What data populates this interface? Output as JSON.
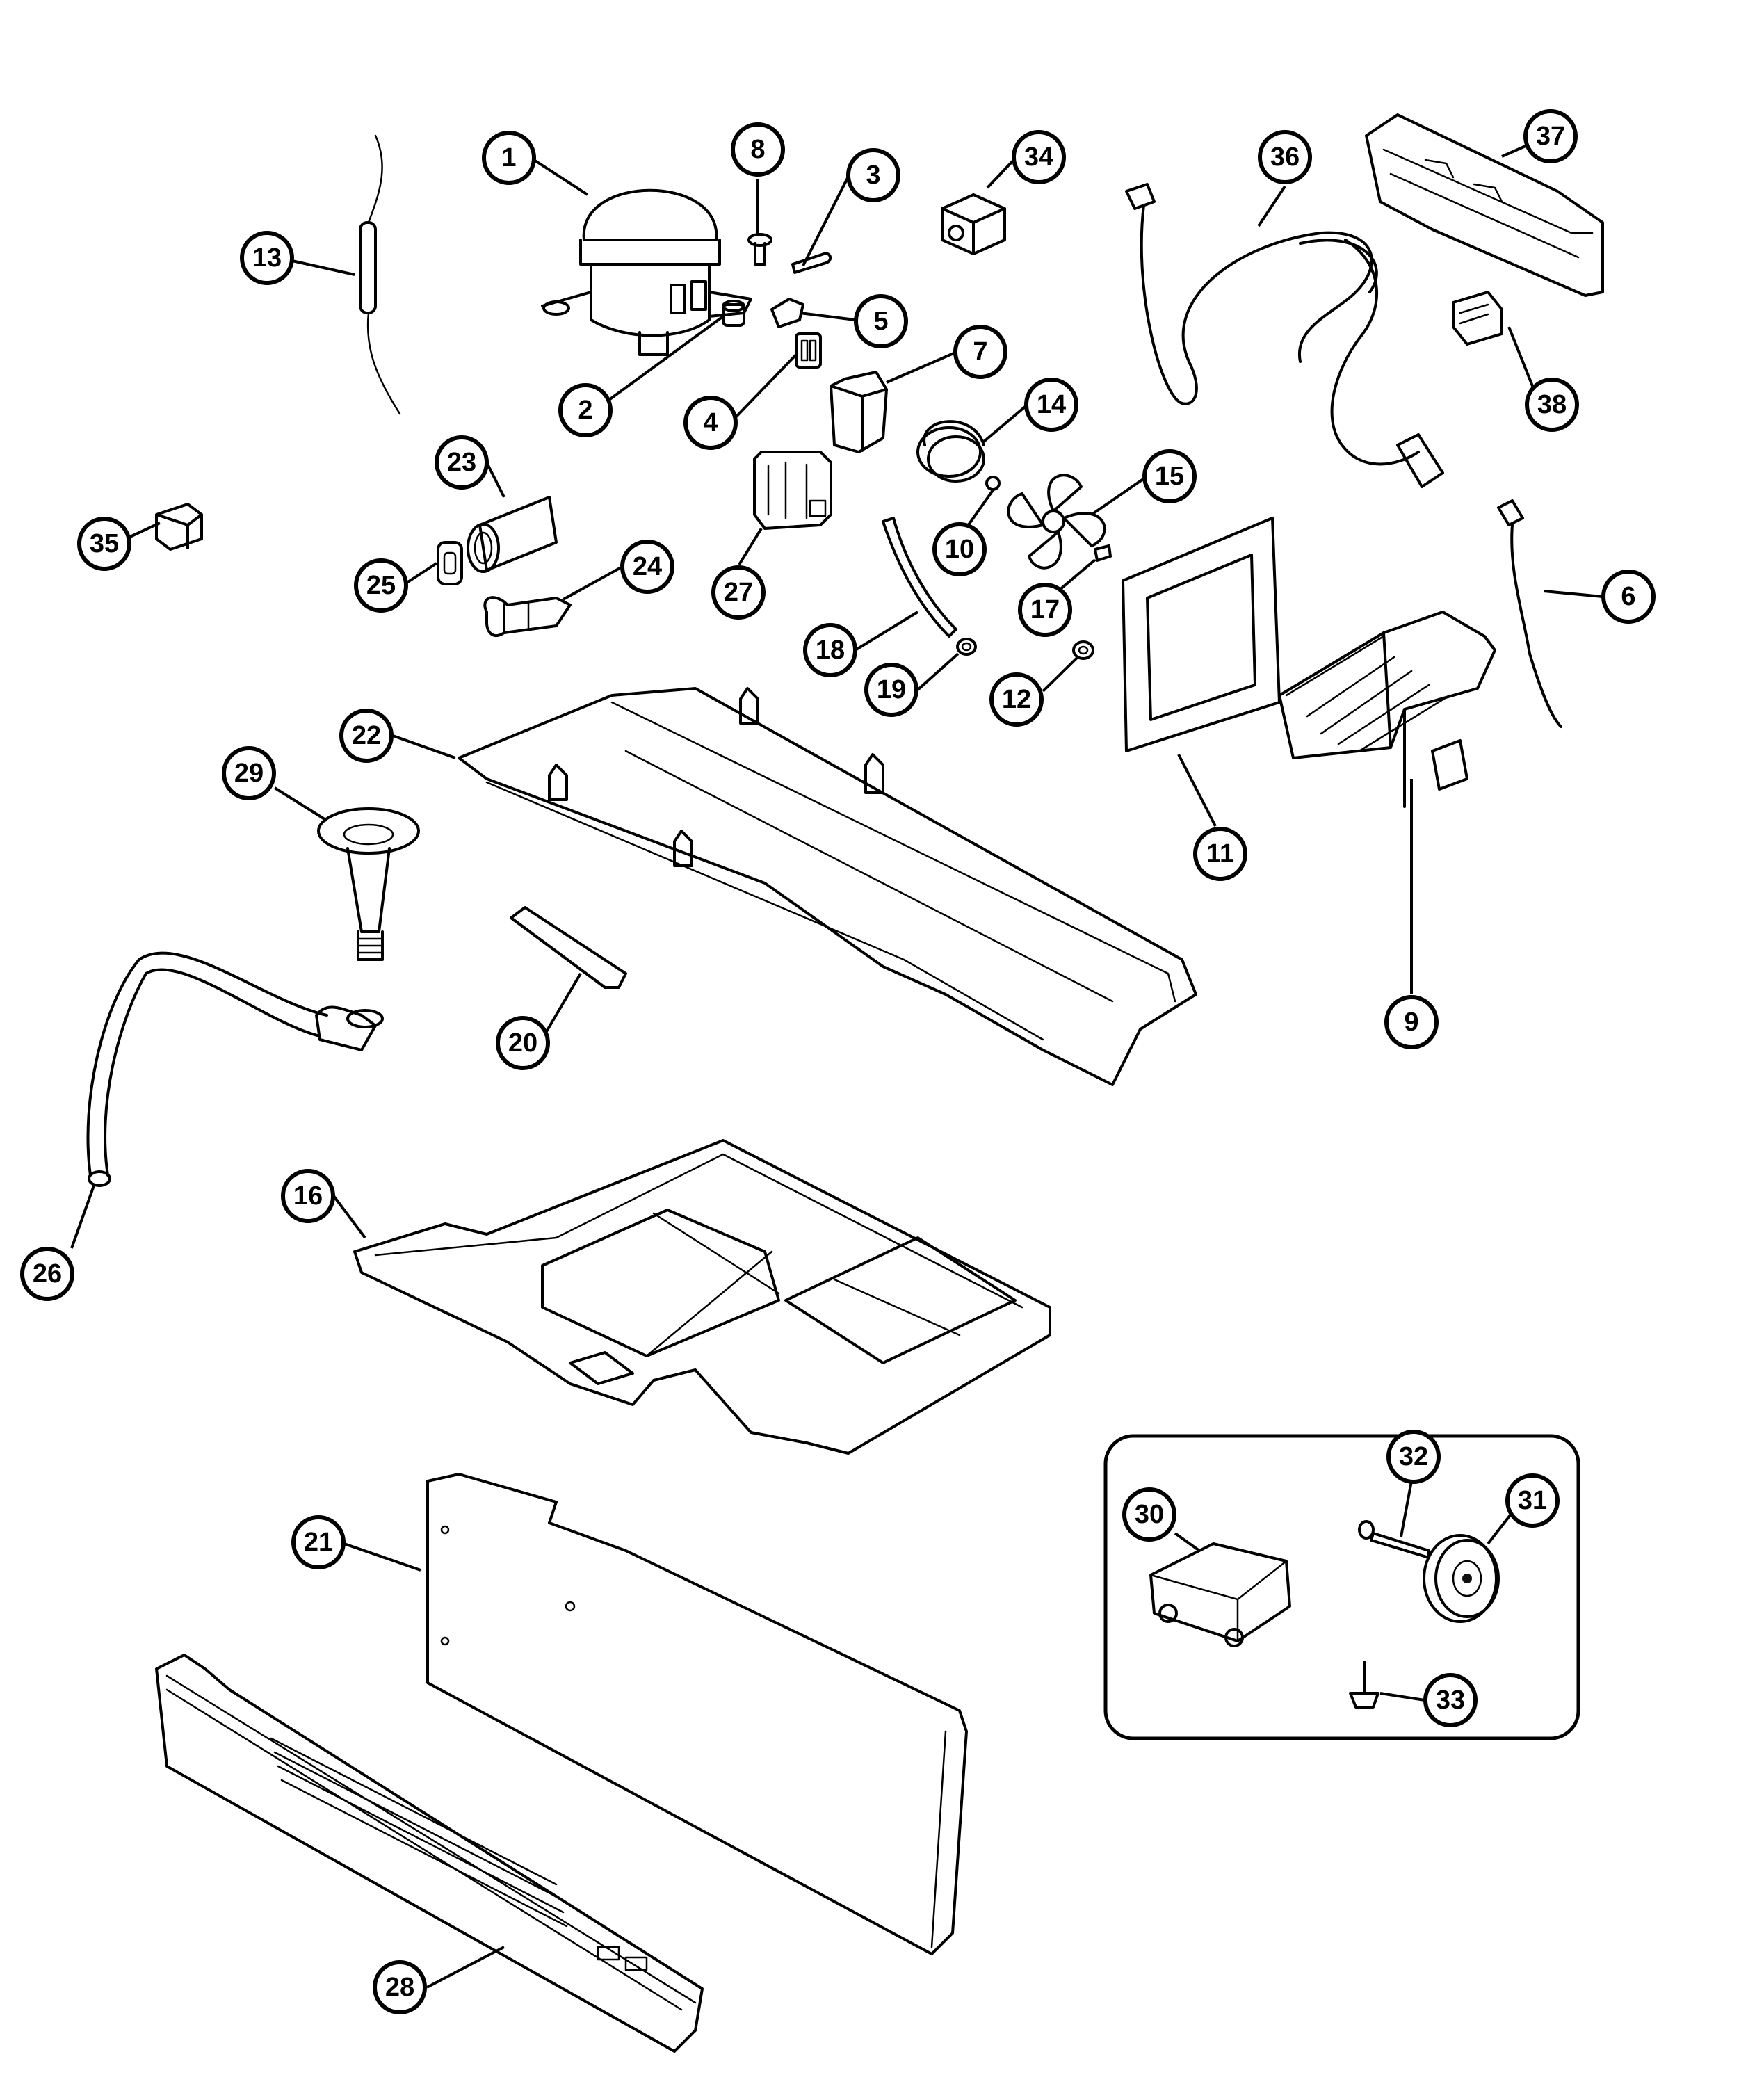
{
  "callouts": [
    {
      "id": "1",
      "label": "1"
    },
    {
      "id": "2",
      "label": "2"
    },
    {
      "id": "3",
      "label": "3"
    },
    {
      "id": "4",
      "label": "4"
    },
    {
      "id": "5",
      "label": "5"
    },
    {
      "id": "6",
      "label": "6"
    },
    {
      "id": "7",
      "label": "7"
    },
    {
      "id": "8",
      "label": "8"
    },
    {
      "id": "9",
      "label": "9"
    },
    {
      "id": "10",
      "label": "10"
    },
    {
      "id": "11",
      "label": "11"
    },
    {
      "id": "12",
      "label": "12"
    },
    {
      "id": "13",
      "label": "13"
    },
    {
      "id": "14",
      "label": "14"
    },
    {
      "id": "15",
      "label": "15"
    },
    {
      "id": "16",
      "label": "16"
    },
    {
      "id": "17",
      "label": "17"
    },
    {
      "id": "18",
      "label": "18"
    },
    {
      "id": "19",
      "label": "19"
    },
    {
      "id": "20",
      "label": "20"
    },
    {
      "id": "21",
      "label": "21"
    },
    {
      "id": "22",
      "label": "22"
    },
    {
      "id": "23",
      "label": "23"
    },
    {
      "id": "24",
      "label": "24"
    },
    {
      "id": "25",
      "label": "25"
    },
    {
      "id": "26",
      "label": "26"
    },
    {
      "id": "27",
      "label": "27"
    },
    {
      "id": "28",
      "label": "28"
    },
    {
      "id": "29",
      "label": "29"
    },
    {
      "id": "30",
      "label": "30"
    },
    {
      "id": "31",
      "label": "31"
    },
    {
      "id": "32",
      "label": "32"
    },
    {
      "id": "33",
      "label": "33"
    },
    {
      "id": "34",
      "label": "34"
    },
    {
      "id": "35",
      "label": "35"
    },
    {
      "id": "36",
      "label": "36"
    },
    {
      "id": "37",
      "label": "37"
    },
    {
      "id": "38",
      "label": "38"
    }
  ]
}
